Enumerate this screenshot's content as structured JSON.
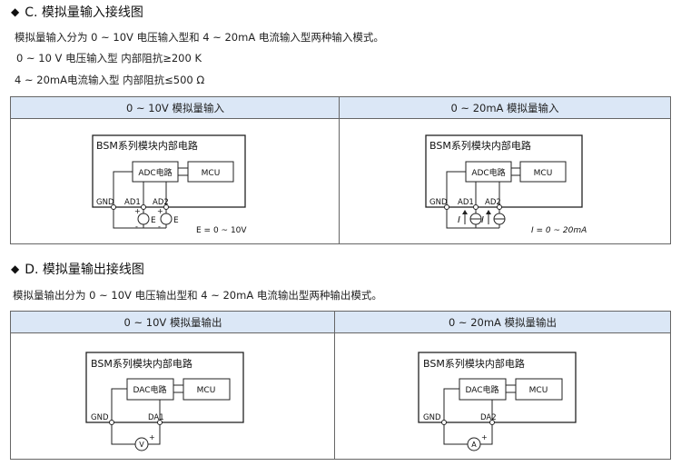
{
  "section_c": {
    "heading": "C. 模拟量输入接线图",
    "intro": "模拟量输入分为 0 ~ 10V 电压输入型和 4 ~ 20mA 电流输入型两种输入模式。",
    "spec_voltage": "0 ~ 10 V 电压输入型   内部阻抗≥200 K",
    "spec_current": "4 ~ 20mA电流输入型   内部阻抗≤500 Ω",
    "table": {
      "col1_header": "0 ~ 10V 模拟量输入",
      "col2_header": "0 ~ 20mA 模拟量输入"
    }
  },
  "section_d": {
    "heading": "D. 模拟量输出接线图",
    "intro": "模拟量输出分为 0 ~ 10V 电压输出型和 4 ~ 20mA 电流输出型两种输出模式。",
    "table": {
      "col1_header": "0 ~ 10V 模拟量输出",
      "col2_header": "0 ~ 20mA 模拟量输出"
    }
  },
  "diagrams": {
    "module_title": "BSM系列模块内部电路",
    "adc_label": "ADC电路",
    "dac_label": "DAC电路",
    "mcu_label": "MCU",
    "gnd_label": "GND",
    "ad1_label": "AD1",
    "ad2_label": "AD2",
    "da1_label": "DA1",
    "da2_label": "DA2",
    "voltage_source_label": "E",
    "voltage_range": "E = 0 ~ 10V",
    "current_source_label": "I",
    "current_range": "I = 0 ~ 20mA",
    "plus_sign": "+",
    "minus_sign": "-",
    "voltmeter_symbol": "V",
    "ammeter_symbol": "A"
  }
}
